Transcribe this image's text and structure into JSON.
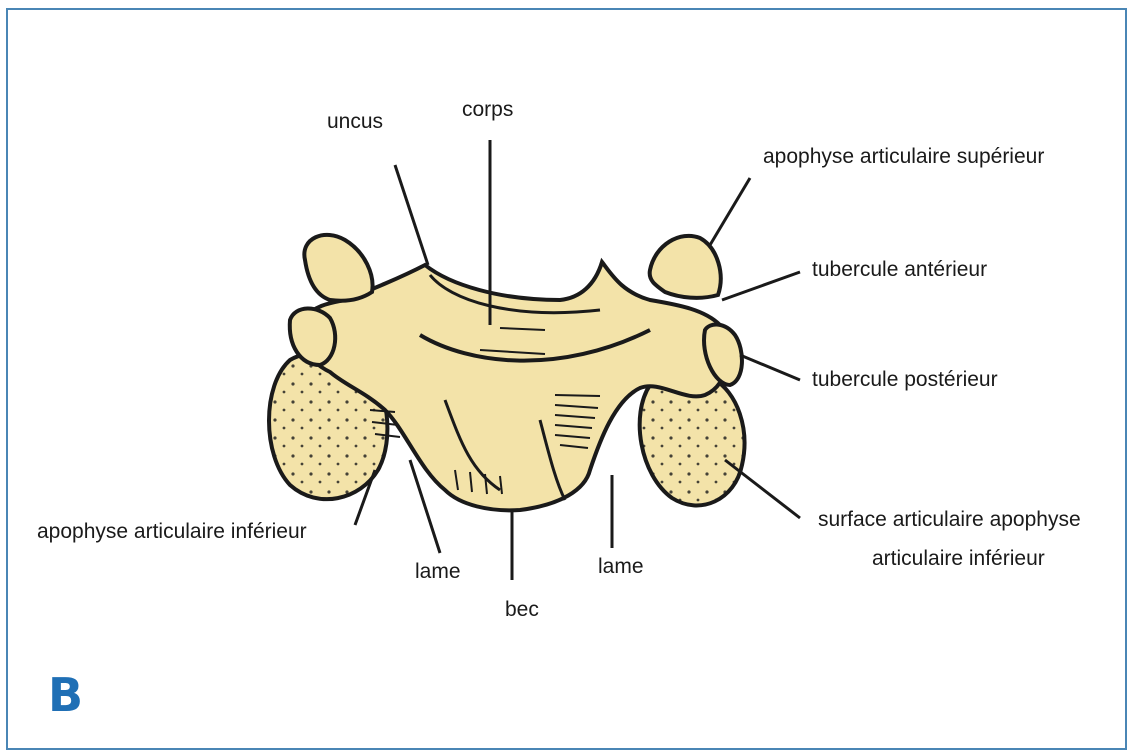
{
  "panel_letter": "B",
  "labels": {
    "uncus": "uncus",
    "corps": "corps",
    "apophyse_sup": "apophyse articulaire supérieur",
    "tubercule_ant": "tubercule antérieur",
    "tubercule_post": "tubercule postérieur",
    "surface_line1": "surface articulaire apophyse",
    "surface_line2": "articulaire inférieur",
    "apophyse_inf": "apophyse articulaire inférieur",
    "lame_left": "lame",
    "bec": "bec",
    "lame_right": "lame"
  },
  "colors": {
    "bone_fill": "#f3e3a9",
    "outline": "#1a1a1a",
    "frame": "#4a86b5",
    "letter": "#1f6fb5"
  }
}
